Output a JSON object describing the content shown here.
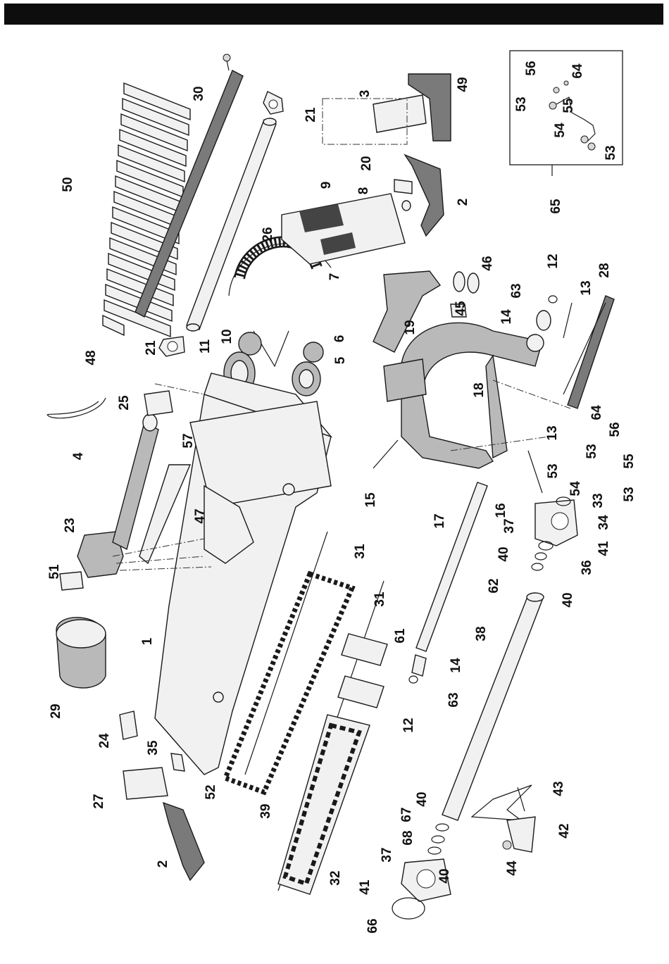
{
  "header": {
    "bar_color": "#0d0d0d"
  },
  "callouts": [
    {
      "text": "30"
    },
    {
      "text": "50"
    },
    {
      "text": "48"
    },
    {
      "text": "21"
    },
    {
      "text": "26"
    },
    {
      "text": "21"
    },
    {
      "text": "3"
    },
    {
      "text": "49"
    },
    {
      "text": "20"
    },
    {
      "text": "8"
    },
    {
      "text": "9"
    },
    {
      "text": "2"
    },
    {
      "text": "7"
    },
    {
      "text": "10"
    },
    {
      "text": "11"
    },
    {
      "text": "6"
    },
    {
      "text": "5"
    },
    {
      "text": "25"
    },
    {
      "text": "4"
    },
    {
      "text": "57"
    },
    {
      "text": "46"
    },
    {
      "text": "45"
    },
    {
      "text": "19"
    },
    {
      "text": "63"
    },
    {
      "text": "12"
    },
    {
      "text": "13"
    },
    {
      "text": "14"
    },
    {
      "text": "28"
    },
    {
      "text": "18"
    },
    {
      "text": "64"
    },
    {
      "text": "56"
    },
    {
      "text": "13"
    },
    {
      "text": "53"
    },
    {
      "text": "55"
    },
    {
      "text": "53"
    },
    {
      "text": "54"
    },
    {
      "text": "53"
    },
    {
      "text": "16"
    },
    {
      "text": "15"
    },
    {
      "text": "17"
    },
    {
      "text": "23"
    },
    {
      "text": "47"
    },
    {
      "text": "51"
    },
    {
      "text": "31"
    },
    {
      "text": "33"
    },
    {
      "text": "34"
    },
    {
      "text": "37"
    },
    {
      "text": "41"
    },
    {
      "text": "40"
    },
    {
      "text": "36"
    },
    {
      "text": "62"
    },
    {
      "text": "40"
    },
    {
      "text": "38"
    },
    {
      "text": "1"
    },
    {
      "text": "31"
    },
    {
      "text": "61"
    },
    {
      "text": "14"
    },
    {
      "text": "63"
    },
    {
      "text": "12"
    },
    {
      "text": "29"
    },
    {
      "text": "24"
    },
    {
      "text": "35"
    },
    {
      "text": "27"
    },
    {
      "text": "52"
    },
    {
      "text": "39"
    },
    {
      "text": "2"
    },
    {
      "text": "32"
    },
    {
      "text": "40"
    },
    {
      "text": "67"
    },
    {
      "text": "68"
    },
    {
      "text": "37"
    },
    {
      "text": "40"
    },
    {
      "text": "41"
    },
    {
      "text": "66"
    },
    {
      "text": "43"
    },
    {
      "text": "42"
    },
    {
      "text": "44"
    },
    {
      "text": "56"
    },
    {
      "text": "64"
    },
    {
      "text": "53"
    },
    {
      "text": "55"
    },
    {
      "text": "54"
    },
    {
      "text": "53"
    },
    {
      "text": "65"
    }
  ]
}
